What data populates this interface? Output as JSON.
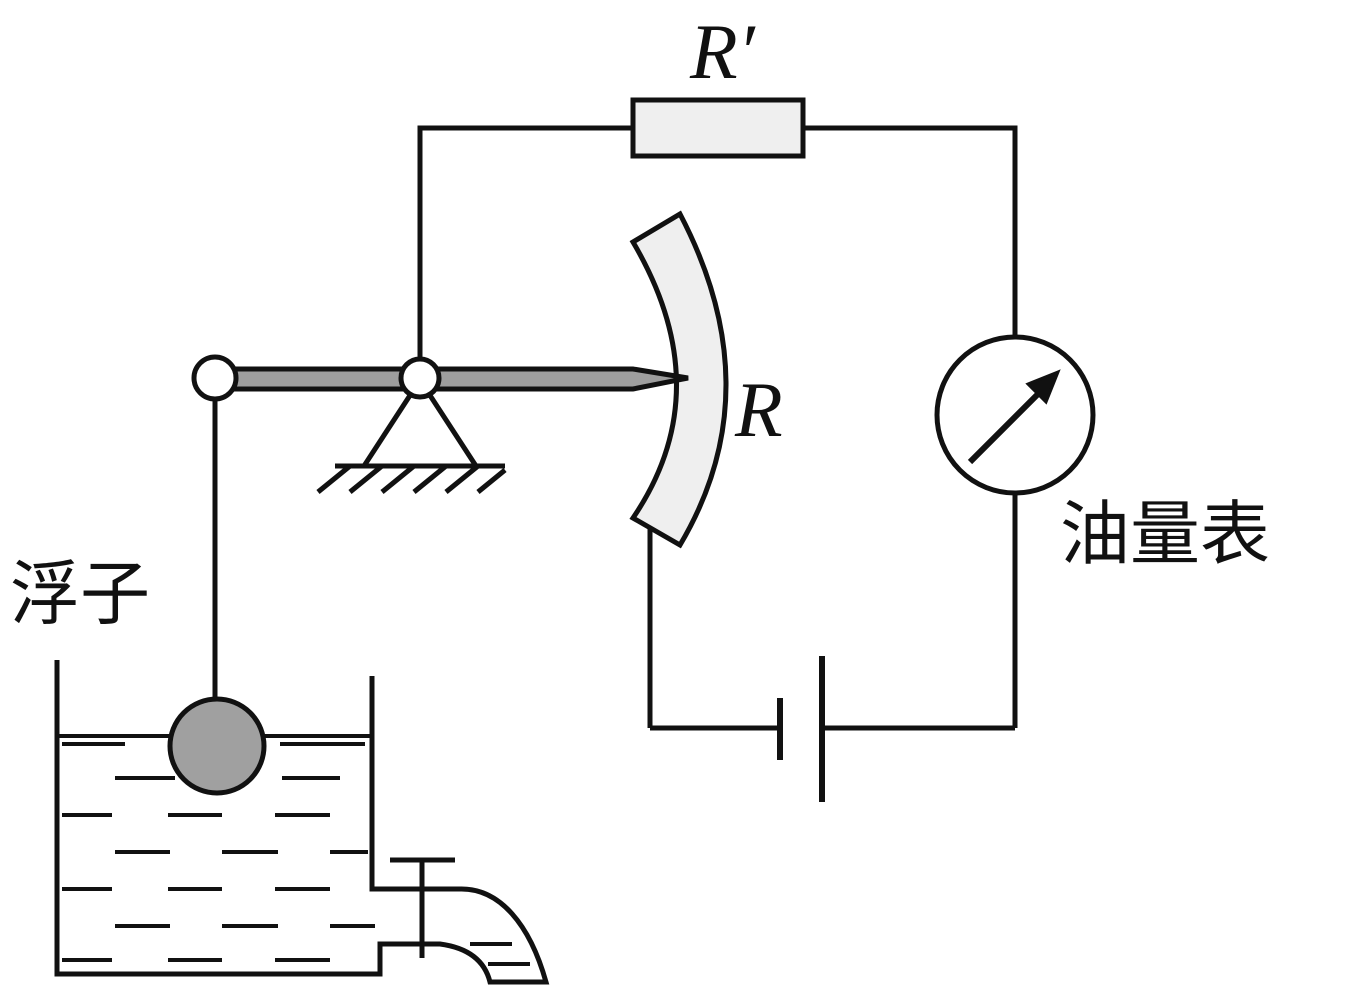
{
  "labels": {
    "fixed_resistor": "R′",
    "variable_resistor": "R",
    "meter": "油量表",
    "float": "浮子"
  },
  "colors": {
    "line": "#111111",
    "resistor_fill": "#efefef",
    "lever_fill": "#9e9e9e",
    "float_fill": "#a0a0a0",
    "background": "#ffffff"
  }
}
